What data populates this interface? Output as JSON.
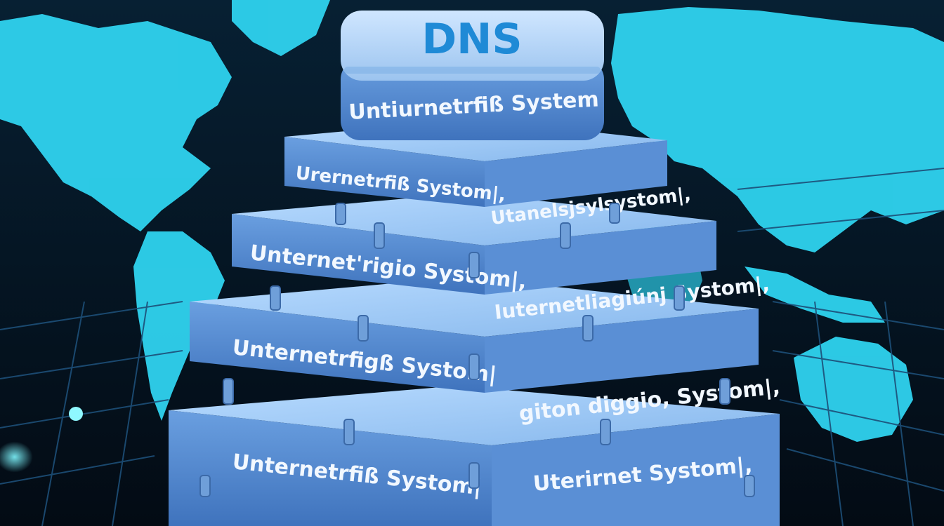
{
  "scene": {
    "title": "DNS",
    "layers": [
      {
        "left_label": "Untiurnetrfiß System",
        "right_label": ""
      },
      {
        "left_label": "Urernetrfiß Systom|,",
        "right_label": "Utanelsjsylsystom|,"
      },
      {
        "left_label": "Unternet'rigio Systom|,",
        "right_label": "Iuternetliagiúnj Systom|,"
      },
      {
        "left_label": "Unternetrfigß Systom|",
        "right_label": "giton diggio, Systom|,"
      },
      {
        "left_label": "Unternetrfiß Systom|",
        "right_label": "Uterirnet Systom|,"
      }
    ]
  },
  "colors": {
    "background": "#04121f",
    "map_land": "#2fd3ef",
    "map_grid": "#1d4f78",
    "slab_top": "#9fcaf4",
    "slab_side": "#4f86cc",
    "title_text": "#1f8ad6",
    "label_text": "#f2f8ff"
  }
}
